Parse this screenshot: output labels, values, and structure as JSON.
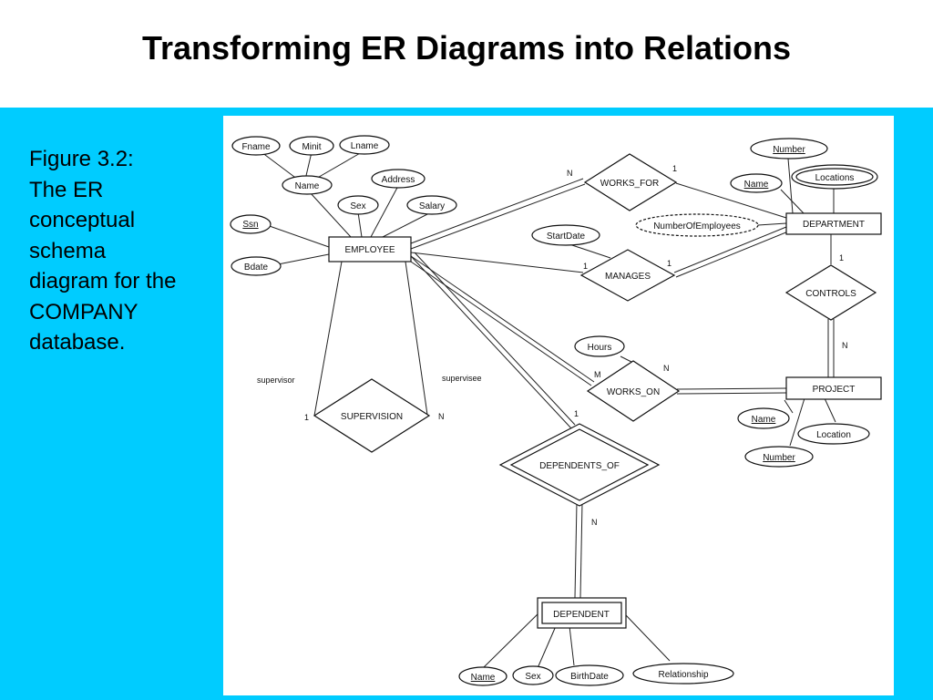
{
  "slide": {
    "title": "Transforming ER Diagrams into Relations",
    "caption": [
      "Figure 3.2:",
      "The ER",
      "conceptual",
      "schema",
      "diagram for the",
      "COMPANY",
      "database."
    ]
  },
  "colors": {
    "band": "#00ccff",
    "panel": "#ffffff",
    "ink": "#111111"
  },
  "diagram": {
    "entities": {
      "employee": "EMPLOYEE",
      "department": "DEPARTMENT",
      "project": "PROJECT",
      "dependent": "DEPENDENT"
    },
    "relationships": {
      "works_for": "WORKS_FOR",
      "manages": "MANAGES",
      "controls": "CONTROLS",
      "works_on": "WORKS_ON",
      "supervision": "SUPERVISION",
      "dependents_of": "DEPENDENTS_OF"
    },
    "attributes": {
      "fname": "Fname",
      "minit": "Minit",
      "lname": "Lname",
      "emp_name": "Name",
      "address": "Address",
      "sex": "Sex",
      "salary": "Salary",
      "ssn": "Ssn",
      "bdate": "Bdate",
      "dept_number": "Number",
      "dept_name": "Name",
      "locations": "Locations",
      "number_of_employees": "NumberOfEmployees",
      "start_date": "StartDate",
      "hours": "Hours",
      "proj_name": "Name",
      "proj_location": "Location",
      "proj_number": "Number",
      "dep_name": "Name",
      "dep_sex": "Sex",
      "birth_date": "BirthDate",
      "relationship": "Relationship"
    },
    "roles": {
      "supervisor": "supervisor",
      "supervisee": "supervisee"
    },
    "cardinalities": {
      "works_for_employee": "N",
      "works_for_department": "1",
      "manages_employee": "1",
      "manages_department": "1",
      "controls_department": "1",
      "controls_project": "N",
      "works_on_employee": "M",
      "works_on_project": "N",
      "supervision_supervisor": "1",
      "supervision_supervisee": "N",
      "dependents_of_employee": "1",
      "dependents_of_dependent": "N"
    }
  }
}
